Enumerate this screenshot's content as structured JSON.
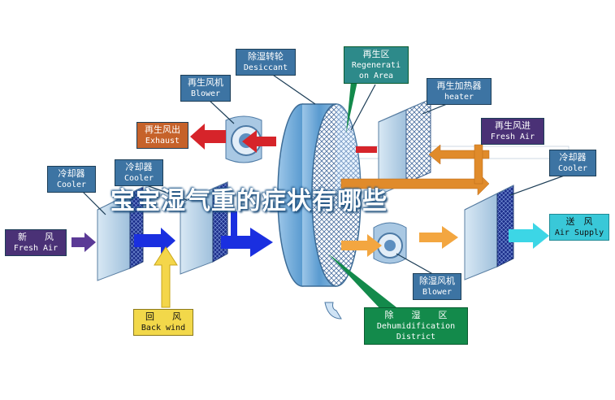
{
  "labels": {
    "desiccant": {
      "zh": "除湿转轮",
      "en": "Desiccant"
    },
    "regeneration": {
      "zh": "再生区",
      "en1": "Regenerati",
      "en2": "on Area"
    },
    "regen_blower": {
      "zh": "再生风机",
      "en": "Blower"
    },
    "regen_heater": {
      "zh": "再生加热器",
      "en": "heater"
    },
    "exhaust": {
      "zh": "再生风出",
      "en": "Exhaust"
    },
    "regen_air_in": {
      "zh": "再生风进",
      "en": "Fresh Air"
    },
    "cooler1": {
      "zh": "冷却器",
      "en": "Cooler"
    },
    "cooler2": {
      "zh": "冷却器",
      "en": "Cooler"
    },
    "cooler3": {
      "zh": "冷却器",
      "en": "Cooler"
    },
    "fresh_air": {
      "zh": "新　　风",
      "en": "Fresh Air"
    },
    "supply": {
      "zh": "送　风",
      "en": "Air Supply"
    },
    "back_wind": {
      "zh": "回　　风",
      "en": "Back wind"
    },
    "dehum_blower": {
      "zh": "除湿风机",
      "en": "Blower"
    },
    "dehum_district": {
      "zh": "除　　湿　　区",
      "en1": "Dehumidification",
      "en2": "District"
    }
  },
  "overlay_title": "宝宝湿气重的症状有哪些",
  "colors": {
    "label_blue": "#3d74a3",
    "exhaust_orange": "#c6622a",
    "regen_purple": "#4a3176",
    "supply_cyan": "#39c8d8",
    "dehum_green": "#138a4b",
    "back_yellow": "#f2d84a",
    "arrow_blue": "#1a2fe0",
    "arrow_red": "#d6242a",
    "arrow_orange": "#f0a33a"
  }
}
